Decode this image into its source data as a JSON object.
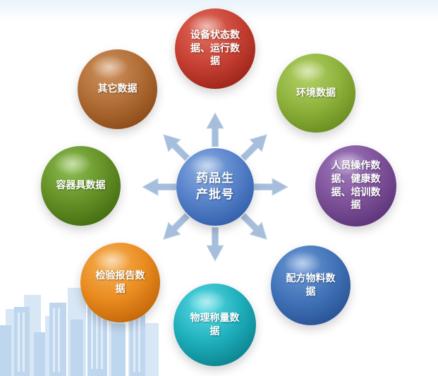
{
  "diagram": {
    "center": {
      "label": "药品生产批号",
      "color": "#3f6cb4"
    },
    "nodes": [
      {
        "id": "equipment-status-data",
        "label": "设备状态数据、运行数据",
        "position": "top",
        "color": "#c0392b"
      },
      {
        "id": "environment-data",
        "label": "环境数据",
        "position": "top-right",
        "color": "#8fb23c"
      },
      {
        "id": "personnel-data",
        "label": "人员操作数据、健康数据、培训数据",
        "position": "right",
        "color": "#7e5299"
      },
      {
        "id": "formula-material-data",
        "label": "配方物料数据",
        "position": "bottom-right",
        "color": "#3a6ab2"
      },
      {
        "id": "physical-weighing-data",
        "label": "物理称量数据",
        "position": "bottom",
        "color": "#18aab8"
      },
      {
        "id": "inspection-report-data",
        "label": "检验报告数据",
        "position": "bottom-left",
        "color": "#e98a1e"
      },
      {
        "id": "container-data",
        "label": "容器具数据",
        "position": "left",
        "color": "#5f8d24"
      },
      {
        "id": "other-data",
        "label": "其它数据",
        "position": "top-left",
        "color": "#ab6a33"
      }
    ],
    "arrow_color": "#a6bedb"
  }
}
